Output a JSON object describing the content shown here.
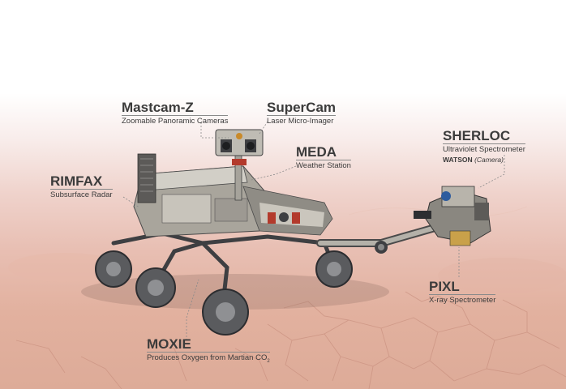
{
  "labels": {
    "mastcam": {
      "name": "Mastcam-Z",
      "desc": "Zoomable Panoramic Cameras"
    },
    "supercam": {
      "name": "SuperCam",
      "desc": "Laser Micro-Imager"
    },
    "meda": {
      "name": "MEDA",
      "desc": "Weather Station"
    },
    "sherloc": {
      "name": "SHERLOC",
      "desc": "Ultraviolet Spectrometer",
      "sub_name": "WATSON",
      "sub_desc": "(Camera)"
    },
    "rimfax": {
      "name": "RIMFAX",
      "desc": "Subsurface Radar"
    },
    "pixl": {
      "name": "PIXL",
      "desc": "X-ray Spectrometer"
    },
    "moxie": {
      "name": "MOXIE",
      "desc": "Produces Oxygen from Martian CO",
      "desc_subscript": "2"
    }
  },
  "colors": {
    "text": "#3b3b3b",
    "leader": "#8a8a8a",
    "terrain_light": "#f2d9d2",
    "terrain_dark": "#d9a592",
    "rover_metal": "#b9b6ae",
    "rover_dark": "#3e3f42",
    "wheel": "#5a5b5e"
  }
}
